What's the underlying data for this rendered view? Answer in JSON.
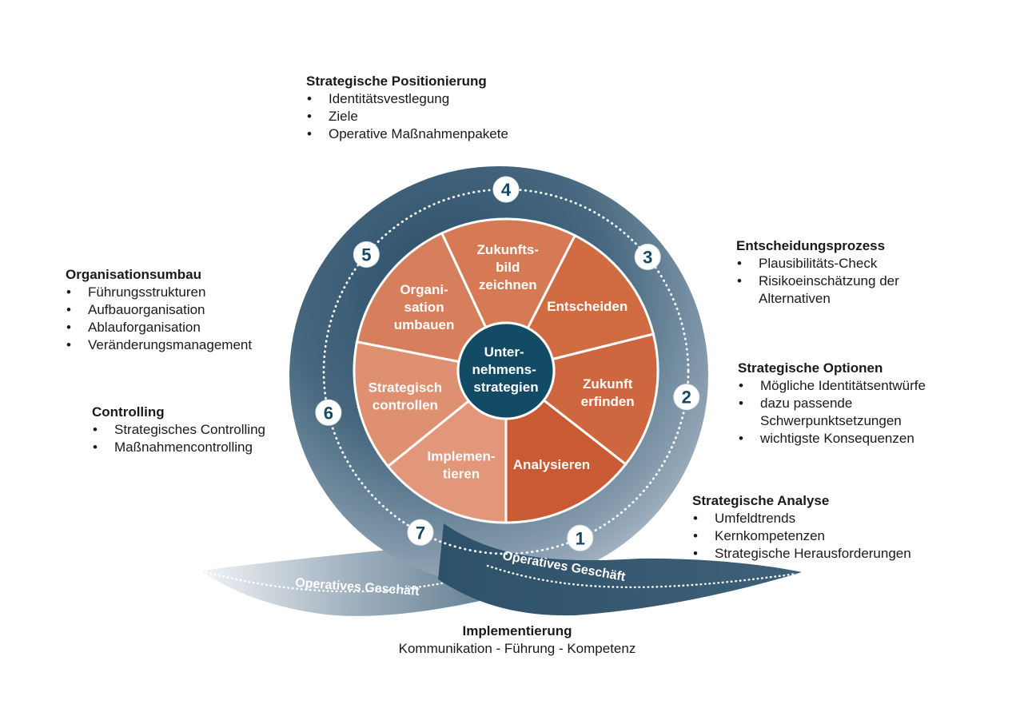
{
  "center": {
    "lines": [
      "Unter-",
      "nehmens-",
      "strategien"
    ]
  },
  "segments": [
    {
      "lines": [
        "Zukunfts-",
        "bild",
        "zeichnen"
      ],
      "color": "#D67A55"
    },
    {
      "lines": [
        "Entscheiden"
      ],
      "color": "#D06B42"
    },
    {
      "lines": [
        "Zukunft",
        "erfinden"
      ],
      "color": "#CE6640"
    },
    {
      "lines": [
        "Analysieren"
      ],
      "color": "#C95A33"
    },
    {
      "lines": [
        "Implemen-",
        "tieren"
      ],
      "color": "#E2977A"
    },
    {
      "lines": [
        "Strategisch",
        "controllen"
      ],
      "color": "#DE9070"
    },
    {
      "lines": [
        "Organi-",
        "sation",
        "umbauen"
      ],
      "color": "#D77F5D"
    }
  ],
  "steps": [
    "1",
    "2",
    "3",
    "4",
    "5",
    "6",
    "7"
  ],
  "ribbon_labels": [
    "Operatives Geschäft",
    "Operatives Geschäft"
  ],
  "colors": {
    "ring_dark": "#2A4E67",
    "ring_light": "#BFCAD5",
    "center": "#134A64",
    "badge_text": "#134A64"
  },
  "blocks": {
    "positionierung": {
      "title": "Strategische Positionierung",
      "items": [
        "Identitätsvestlegung",
        "Ziele",
        "Operative Maßnahmenpakete"
      ]
    },
    "entscheidung": {
      "title": "Entscheidungsprozess",
      "items": [
        "Plausibilitäts-Check",
        "Risikoeinschätzung der Alternativen"
      ]
    },
    "optionen": {
      "title": "Strategische Optionen",
      "items": [
        "Mögliche Identitätsentwürfe",
        "dazu passende Schwerpunktsetzungen",
        "wichtigste Konsequenzen"
      ]
    },
    "analyse": {
      "title": "Strategische Analyse",
      "items": [
        "Umfeldtrends",
        "Kernkompetenzen",
        "Strategische Herausforderungen"
      ]
    },
    "organisation": {
      "title": "Organisationsumbau",
      "items": [
        "Führungsstrukturen",
        "Aufbauorganisation",
        "Ablauforganisation",
        "Veränderungsmanagement"
      ]
    },
    "controlling": {
      "title": "Controlling",
      "items": [
        "Strategisches Controlling",
        "Maßnahmencontrolling"
      ]
    },
    "implementierung": {
      "title": "Implementierung",
      "subtitle": "Kommunikation - Führung - Kompetenz"
    }
  }
}
